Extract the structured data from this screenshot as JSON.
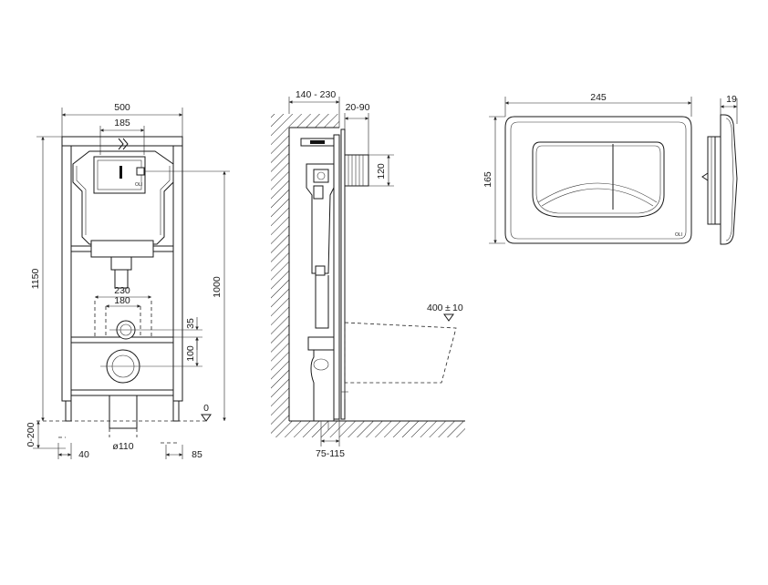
{
  "front_view": {
    "width_total": "500",
    "width_inner": "185",
    "height_total": "1150",
    "height_button": "1000",
    "bolt_outer": "230",
    "bolt_inner": "180",
    "pipe_offset": "35",
    "pipe_height": "100",
    "leg_adjust": "0-200",
    "zero_level": "0",
    "left_offset": "40",
    "right_offset": "85",
    "drain_diameter": "ø110",
    "logo_text": "OLI"
  },
  "side_view": {
    "wall_gap": "140 - 230",
    "panel_depth": "20-90",
    "button_height": "120",
    "bowl_height": "400",
    "bowl_tolerance": "±",
    "bowl_tolerance_value": "10",
    "floor_range": "75-115"
  },
  "flush_plate": {
    "width": "245",
    "height": "165",
    "depth": "19",
    "logo_text": "OLI"
  }
}
